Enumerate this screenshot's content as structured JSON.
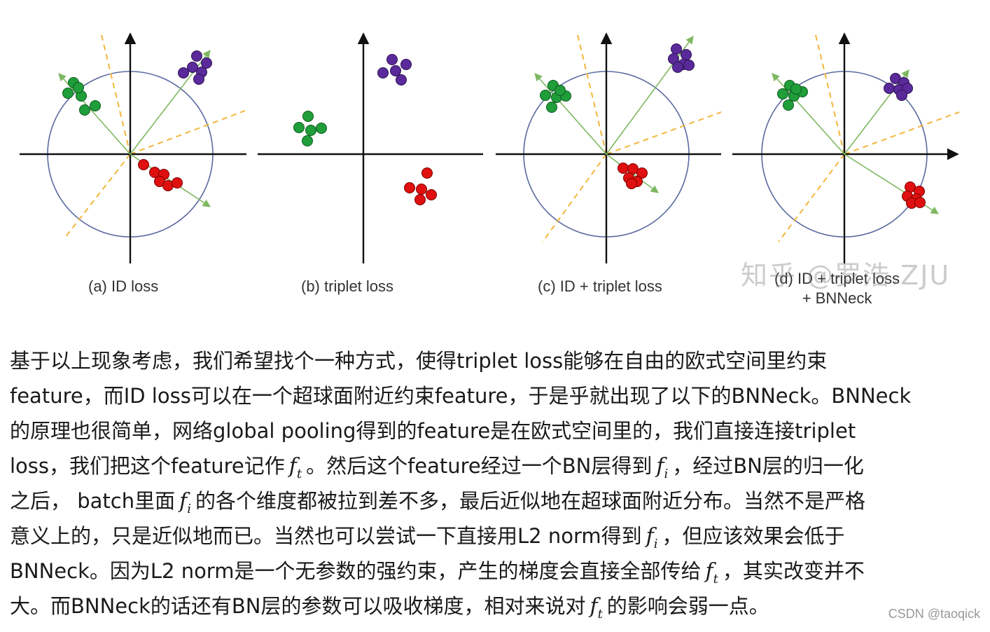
{
  "figure": {
    "panels": [
      {
        "id": "a",
        "caption": [
          "(a) ID loss"
        ]
      },
      {
        "id": "b",
        "caption": [
          "(b) triplet loss"
        ]
      },
      {
        "id": "c",
        "caption": [
          "(c) ID + triplet loss"
        ]
      },
      {
        "id": "d",
        "caption": [
          "(d) ID + triplet loss",
          "+ BNNeck"
        ]
      }
    ],
    "colors": {
      "axis": "#111111",
      "circle": "#5b6aa0",
      "arrow": "#7db860",
      "boundary": "#f3b63c",
      "green_cluster": "#1f9e3a",
      "purple_cluster": "#5a2a9a",
      "red_cluster": "#e01010"
    }
  },
  "watermark": {
    "zhihu": "知乎 @罗浩.ZJU",
    "csdn": "CSDN @taoqick"
  },
  "article": {
    "lines": [
      [
        {
          "t": "基于以上现象考虑，我们希望找个一种方式，使得triplet loss能够在自由的欧式空间里约束"
        }
      ],
      [
        {
          "t": "feature，而ID loss可以在一个超球面附近约束feature，于是乎就出现了以下的BNNeck。BNNeck"
        }
      ],
      [
        {
          "t": "的原理也很简单，网络global pooling得到的feature是在欧式空间里的，我们直接连接triplet"
        }
      ],
      [
        {
          "t": "loss，我们把这个feature记作"
        },
        {
          "m": "f",
          "s": "t"
        },
        {
          "t": "。然后这个feature经过一个BN层得到"
        },
        {
          "m": "f",
          "s": "i"
        },
        {
          "t": "，经过BN层的归一化"
        }
      ],
      [
        {
          "t": "之后， batch里面"
        },
        {
          "m": "f",
          "s": "i"
        },
        {
          "t": "的各个维度都被拉到差不多，最后近似地在超球面附近分布。当然不是严格"
        }
      ],
      [
        {
          "t": "意义上的，只是近似地而已。当然也可以尝试一下直接用L2 norm得到"
        },
        {
          "m": "f",
          "s": "i"
        },
        {
          "t": "，但应该效果会低于"
        }
      ],
      [
        {
          "t": "BNNeck。因为L2 norm是一个无参数的强约束，产生的梯度会直接全部传给"
        },
        {
          "m": "f",
          "s": "t"
        },
        {
          "t": "，其实改变并不"
        }
      ],
      [
        {
          "t": "大。而BNNeck的话还有BN层的参数可以吸收梯度，相对来说对"
        },
        {
          "m": "f",
          "s": "t"
        },
        {
          "t": "的影响会弱一点。"
        }
      ]
    ]
  }
}
